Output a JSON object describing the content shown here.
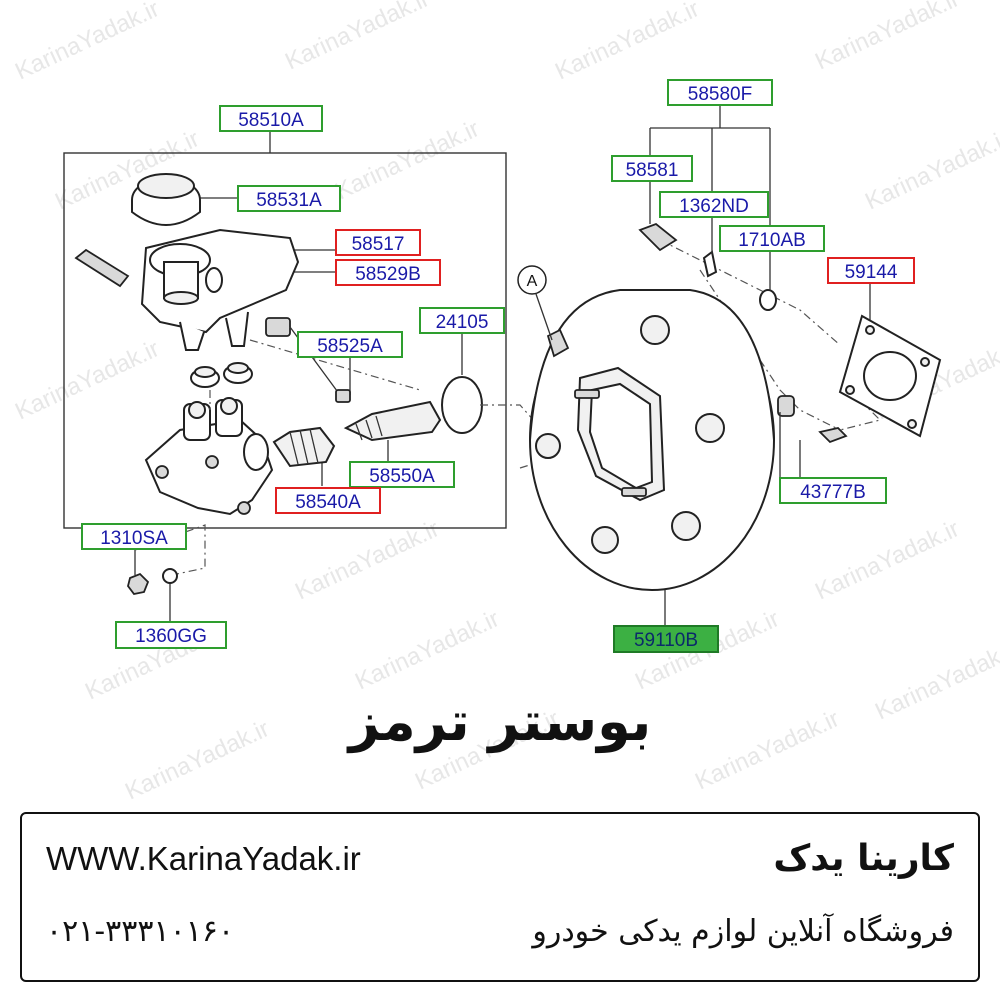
{
  "watermark": {
    "text": "KarinaYadak.ir"
  },
  "diagram": {
    "callouts": {
      "c58510A": "58510A",
      "c58531A": "58531A",
      "c58517": "58517",
      "c58529B": "58529B",
      "c58525A": "58525A",
      "c24105": "24105",
      "c58550A": "58550A",
      "c58540A": "58540A",
      "c1310SA": "1310SA",
      "c1360GG": "1360GG",
      "c58580F": "58580F",
      "c58581": "58581",
      "c1362ND": "1362ND",
      "c1710AB": "1710AB",
      "c59144": "59144",
      "c43777B": "43777B",
      "c59110B": "59110B"
    },
    "marker": "A"
  },
  "title": "بوستر ترمز",
  "footer": {
    "website": "WWW.KarinaYadak.ir",
    "phone": "۰۲۱-۳۳۳۱۰۱۶۰",
    "shop_name": "کارینا یدک",
    "tagline": "فروشگاه آنلاین لوازم یدکی خودرو"
  },
  "colors": {
    "label_text": "#1a1aa8",
    "box_green": "#2e9e2e",
    "box_red": "#e02020",
    "highlight": "#3cb043"
  }
}
